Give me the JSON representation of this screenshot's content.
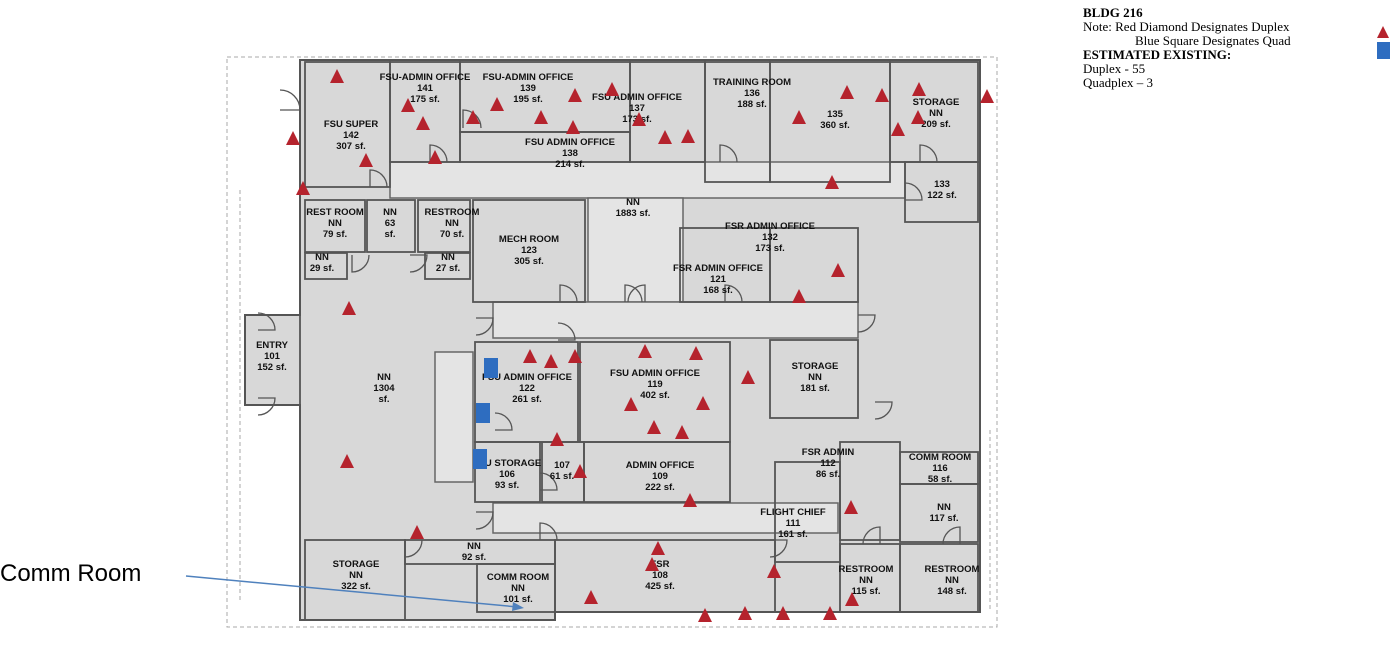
{
  "legend": {
    "bldg": "BLDG 216",
    "note1": "Note: Red Diamond Designates Duplex",
    "note2": "Blue Square Designates Quad",
    "estimated": "ESTIMATED EXISTING:",
    "duplex": "Duplex - 55",
    "quad": "Quadplex – 3",
    "duplex_color": "#b5232d",
    "quad_color": "#2e6dc0"
  },
  "callout": {
    "label": "Comm Room"
  },
  "rooms": [
    {
      "name": "FSU-ADMIN OFFICE",
      "num": "141",
      "area": "175 sf."
    },
    {
      "name": "FSU-ADMIN OFFICE",
      "num": "139",
      "area": "195 sf."
    },
    {
      "name": "FSU SUPER",
      "num": "142",
      "area": "307 sf."
    },
    {
      "name": "FSU ADMIN OFFICE",
      "num": "137",
      "area": "173 sf."
    },
    {
      "name": "FSU ADMIN OFFICE",
      "num": "138",
      "area": "214 sf."
    },
    {
      "name": "TRAINING ROOM",
      "num": "136",
      "area": "188 sf."
    },
    {
      "name": "",
      "num": "135",
      "area": "360 sf."
    },
    {
      "name": "STORAGE",
      "num": "NN",
      "area": "209 sf."
    },
    {
      "name": "",
      "num": "133",
      "area": "122 sf."
    },
    {
      "name": "REST ROOM",
      "num": "NN",
      "area": "79 sf."
    },
    {
      "name": "NN",
      "num": "63",
      "area": "sf."
    },
    {
      "name": "RESTROOM",
      "num": "NN",
      "area": "70 sf."
    },
    {
      "name": "NN",
      "num": "",
      "area": "29 sf."
    },
    {
      "name": "NN",
      "num": "",
      "area": "27 sf."
    },
    {
      "name": "MECH ROOM",
      "num": "123",
      "area": "305 sf."
    },
    {
      "name": "NN",
      "num": "",
      "area": "1883 sf."
    },
    {
      "name": "FSR ADMIN OFFICE",
      "num": "132",
      "area": "173 sf."
    },
    {
      "name": "FSR ADMIN OFFICE",
      "num": "121",
      "area": "168 sf."
    },
    {
      "name": "ENTRY",
      "num": "101",
      "area": "152 sf."
    },
    {
      "name": "NN",
      "num": "1304",
      "area": "sf."
    },
    {
      "name": "FSU ADMIN OFFICE",
      "num": "122",
      "area": "261 sf."
    },
    {
      "name": "FSU ADMIN OFFICE",
      "num": "119",
      "area": "402 sf."
    },
    {
      "name": "STORAGE",
      "num": "NN",
      "area": "181 sf."
    },
    {
      "name": "FSU STORAGE",
      "num": "106",
      "area": "93 sf."
    },
    {
      "name": "",
      "num": "107",
      "area": "61 sf."
    },
    {
      "name": "ADMIN OFFICE",
      "num": "109",
      "area": "222 sf."
    },
    {
      "name": "FSR ADMIN",
      "num": "112",
      "area": "86 sf."
    },
    {
      "name": "COMM ROOM",
      "num": "116",
      "area": "58 sf."
    },
    {
      "name": "FLIGHT CHIEF",
      "num": "111",
      "area": "161 sf."
    },
    {
      "name": "NN",
      "num": "",
      "area": "117 sf."
    },
    {
      "name": "NN",
      "num": "",
      "area": "92 sf."
    },
    {
      "name": "STORAGE",
      "num": "NN",
      "area": "322 sf."
    },
    {
      "name": "COMM ROOM",
      "num": "NN",
      "area": "101 sf."
    },
    {
      "name": "FSR",
      "num": "108",
      "area": "425 sf."
    },
    {
      "name": "RESTROOM",
      "num": "NN",
      "area": "115 sf."
    },
    {
      "name": "RESTROOM",
      "num": "NN",
      "area": "148 sf."
    }
  ]
}
